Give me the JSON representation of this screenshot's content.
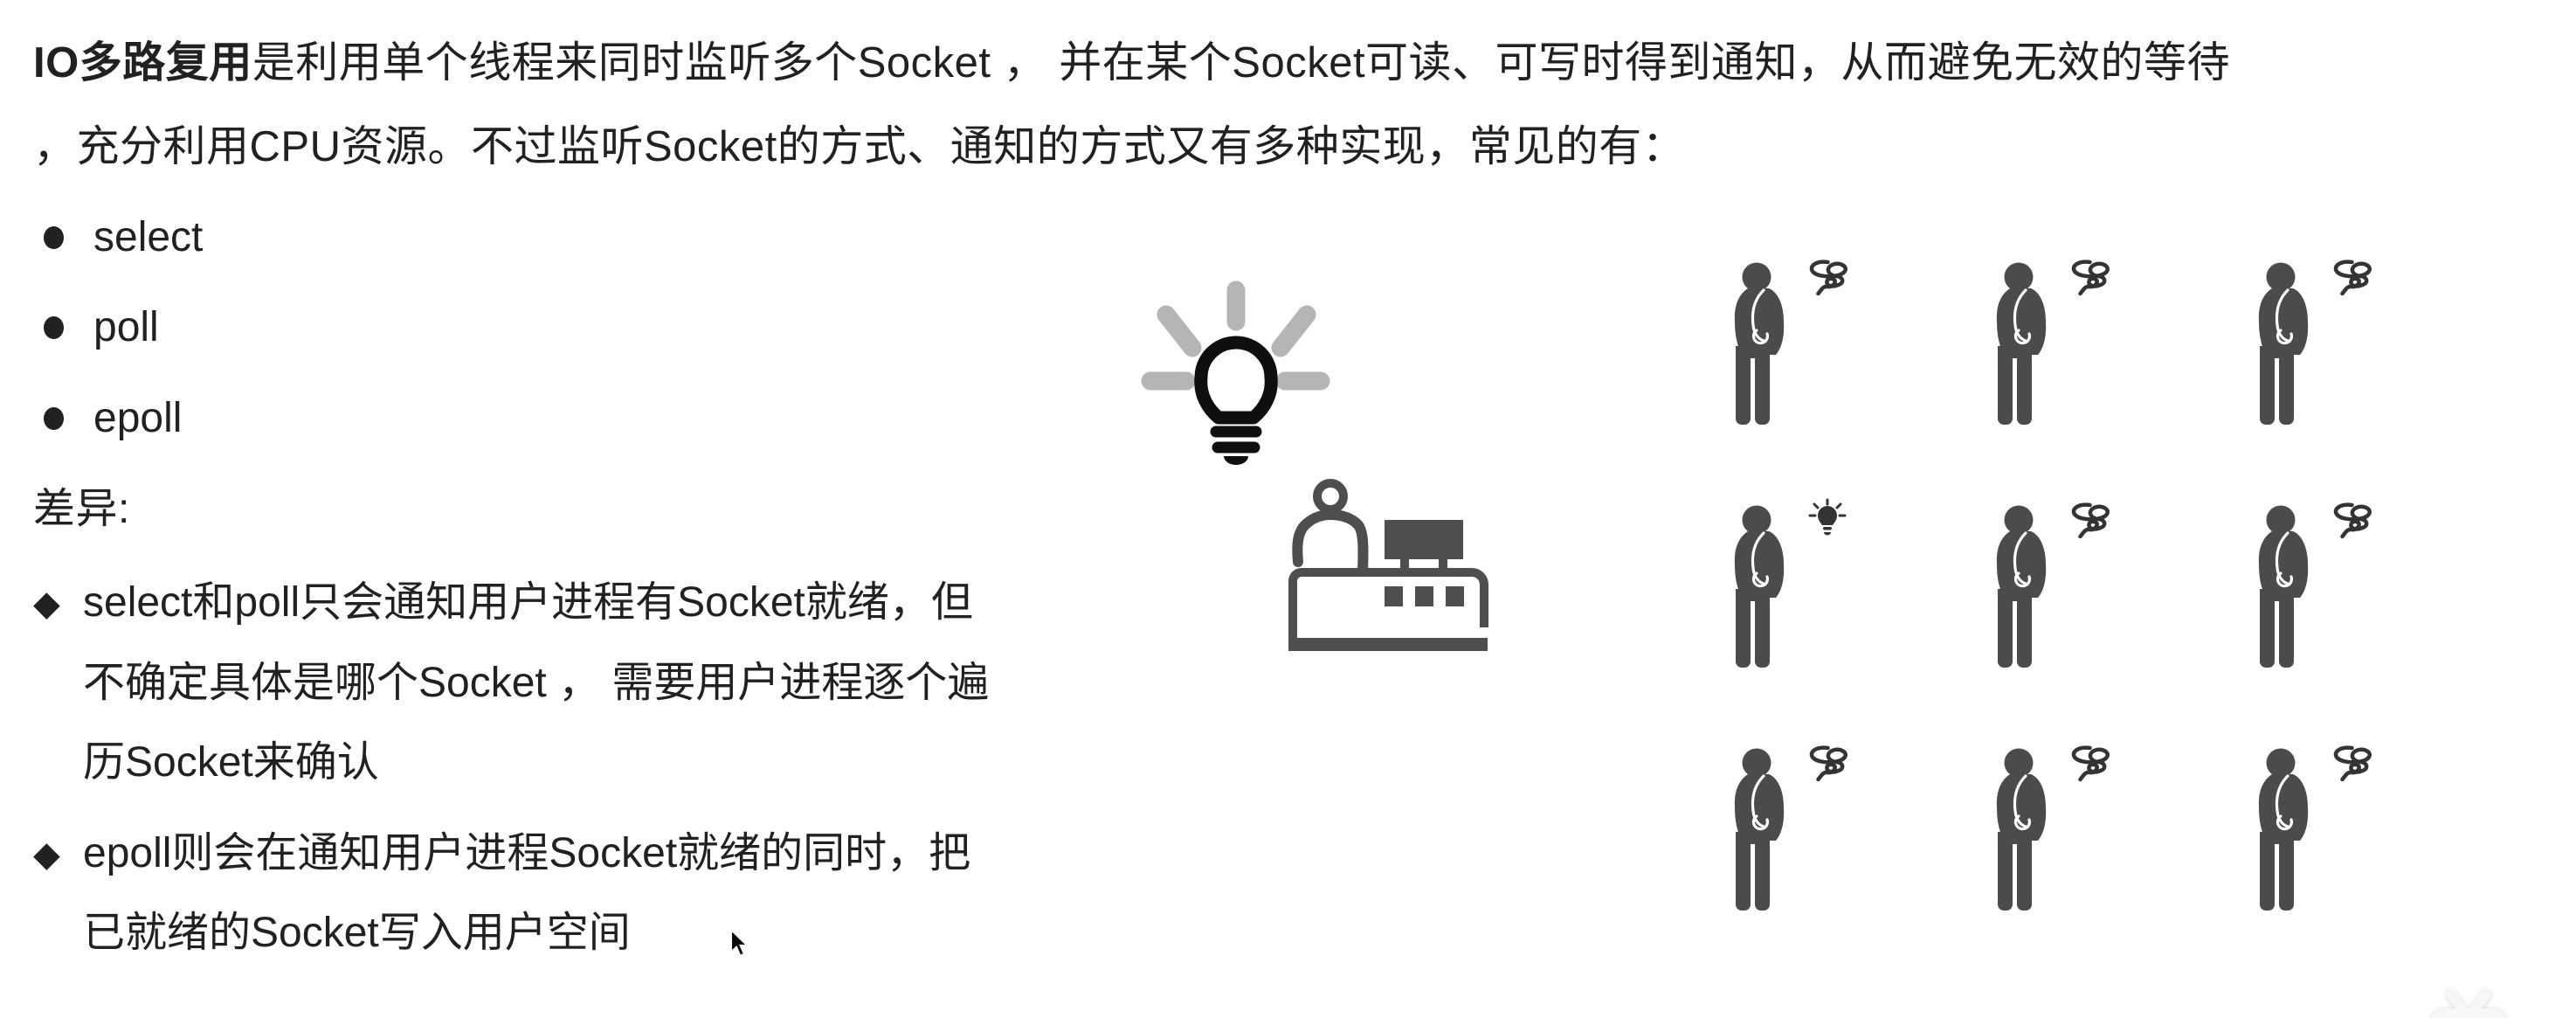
{
  "slide": {
    "paragraph": {
      "line1_bold": "IO多路复用",
      "line1_rest": "是利用单个线程来同时监听多个Socket ， 并在某个Socket可读、可写时得到通知，从而避免无效的等待",
      "line2": "，充分利用CPU资源。不过监听Socket的方式、通知的方式又有多种实现，常见的有："
    },
    "bullets": [
      "select",
      "poll",
      "epoll"
    ],
    "diff_label": "差异:",
    "diff_marker": "◆",
    "diff_items": [
      {
        "lines": [
          "select和poll只会通知用户进程有Socket就绪，但",
          "不确定具体是哪个Socket ， 需要用户进程逐个遍",
          "历Socket来确认"
        ]
      },
      {
        "lines": [
          "epoll则会在通知用户进程Socket就绪的同时，把",
          "已就绪的Socket写入用户空间"
        ]
      }
    ],
    "illustrations": {
      "big_lightbulb": "lightbulb-idea-icon",
      "desk_scene": "person-at-service-desk-icon",
      "figure_statuses": {
        "confused": "confusion-scribble-icon",
        "idea": "small-lightbulb-icon"
      }
    },
    "figures": {
      "grid": [
        [
          "confused",
          "confused",
          "confused"
        ],
        [
          "idea",
          "confused",
          "confused"
        ],
        [
          "confused",
          "confused",
          "confused"
        ]
      ]
    },
    "cursor": "mouse-arrow-cursor",
    "watermark": "bilibili-tv-logo"
  },
  "colors": {
    "background": "#ffffff",
    "text": "#212121",
    "figure": "#4b4b4d",
    "desk": "#4e4e4e",
    "bulb-outline": "#0f0f0f",
    "bulb-rays": "#b5b5b5",
    "swirl": "#343434",
    "watermark": "#f7f7f7"
  }
}
